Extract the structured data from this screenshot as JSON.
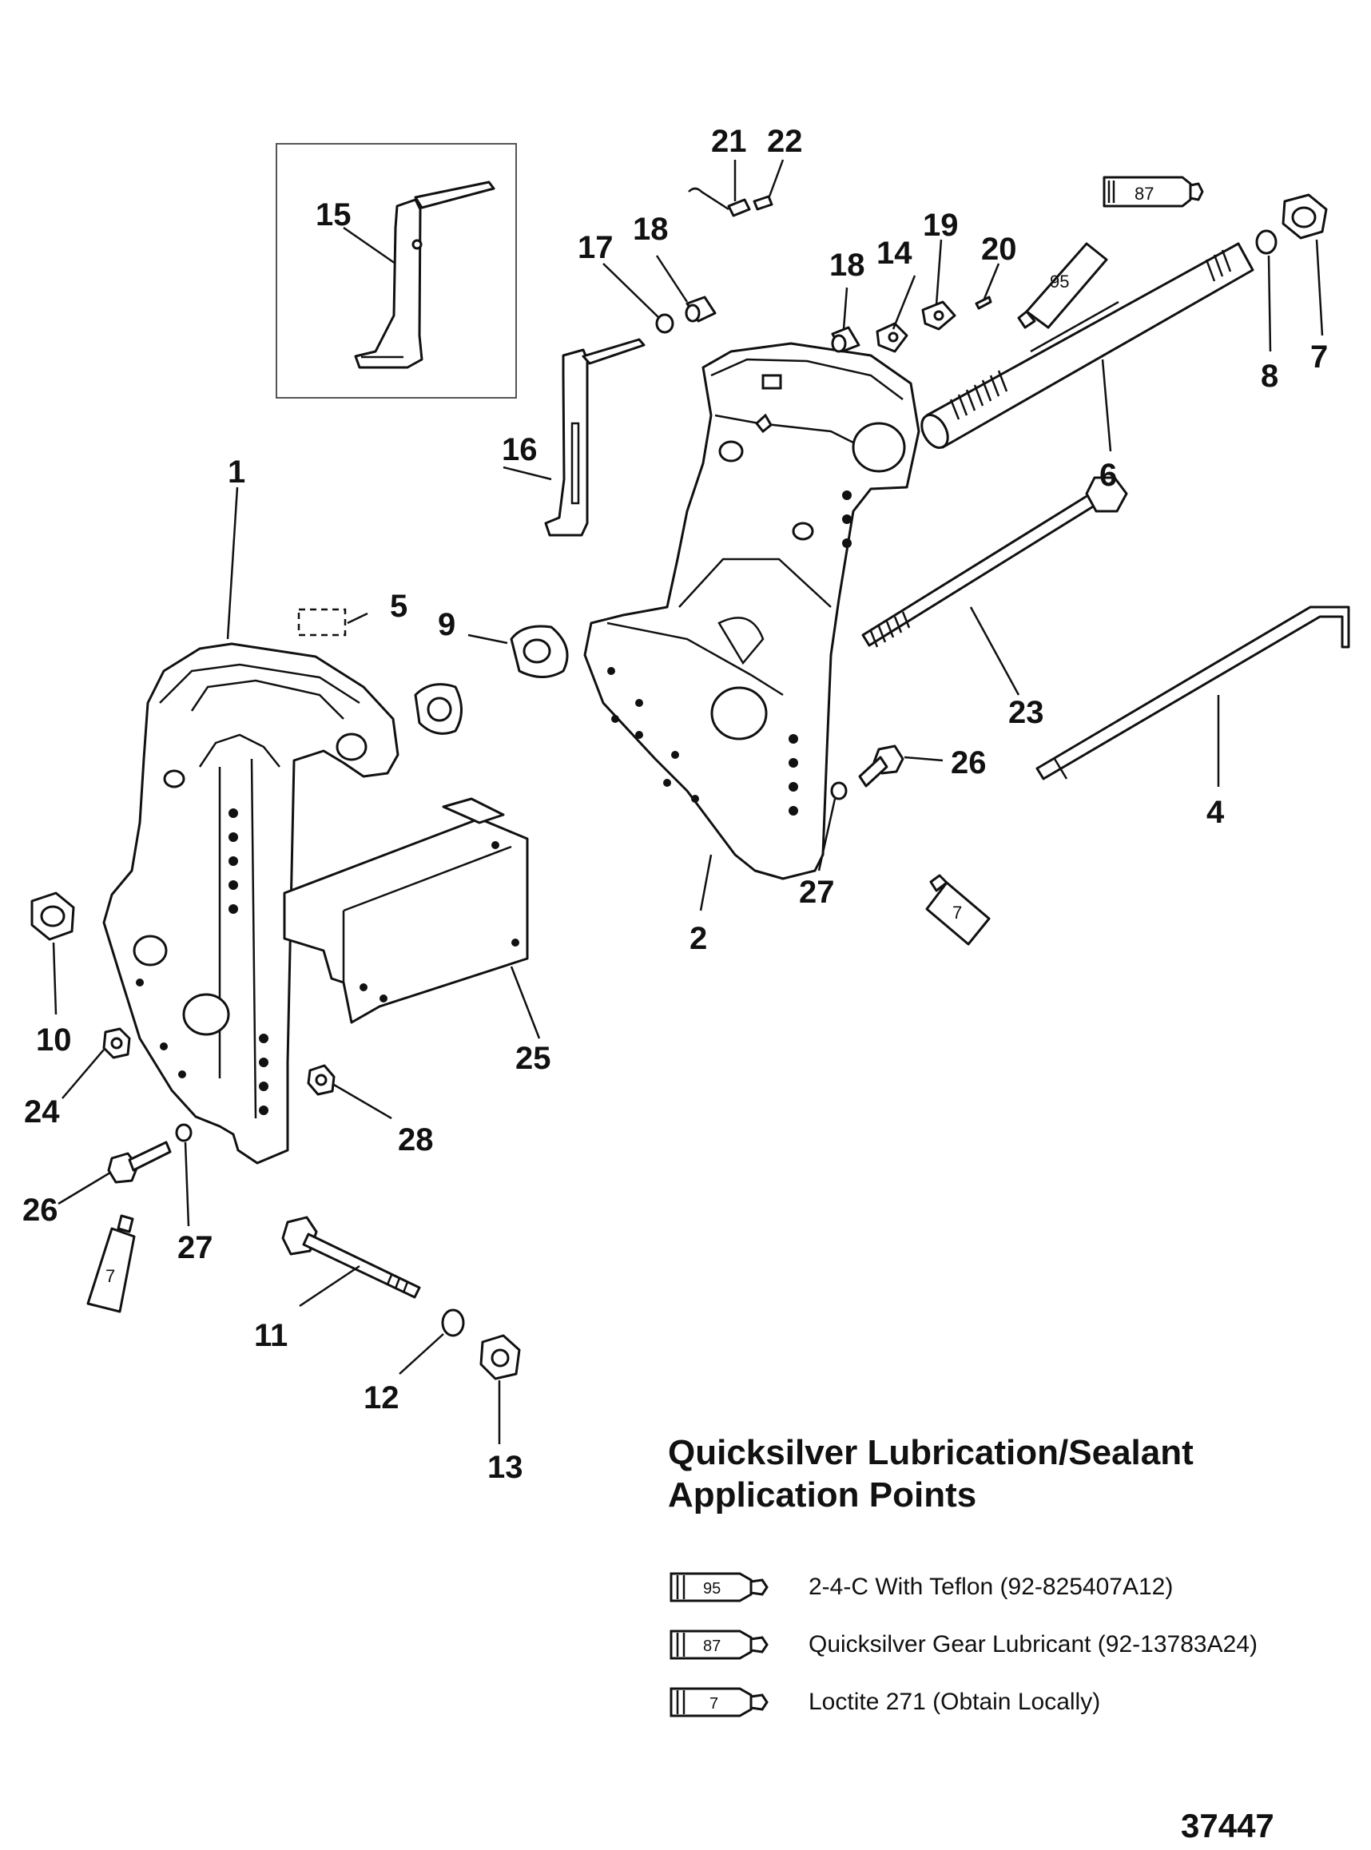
{
  "callouts": {
    "c1": "1",
    "c2": "2",
    "c4": "4",
    "c5": "5",
    "c6": "6",
    "c7": "7",
    "c8": "8",
    "c9": "9",
    "c10": "10",
    "c11": "11",
    "c12": "12",
    "c13": "13",
    "c14": "14",
    "c15": "15",
    "c16": "16",
    "c17": "17",
    "c18a": "18",
    "c18b": "18",
    "c19": "19",
    "c20": "20",
    "c21": "21",
    "c22": "22",
    "c23": "23",
    "c24": "24",
    "c25": "25",
    "c26a": "26",
    "c26b": "26",
    "c27a": "27",
    "c27b": "27",
    "c28": "28"
  },
  "tube_codes": {
    "top_87": "87",
    "top_95": "95",
    "mid_7": "7",
    "left_7": "7"
  },
  "legend": {
    "title": "Quicksilver Lubrication/Sealant Application Points",
    "items": [
      {
        "code": "95",
        "text": "2-4-C  With Teflon (92-825407A12)"
      },
      {
        "code": "87",
        "text": "Quicksilver Gear Lubricant (92-13783A24)"
      },
      {
        "code": "7",
        "text": "Loctite 271 (Obtain Locally)"
      }
    ]
  },
  "figure_number": "37447"
}
